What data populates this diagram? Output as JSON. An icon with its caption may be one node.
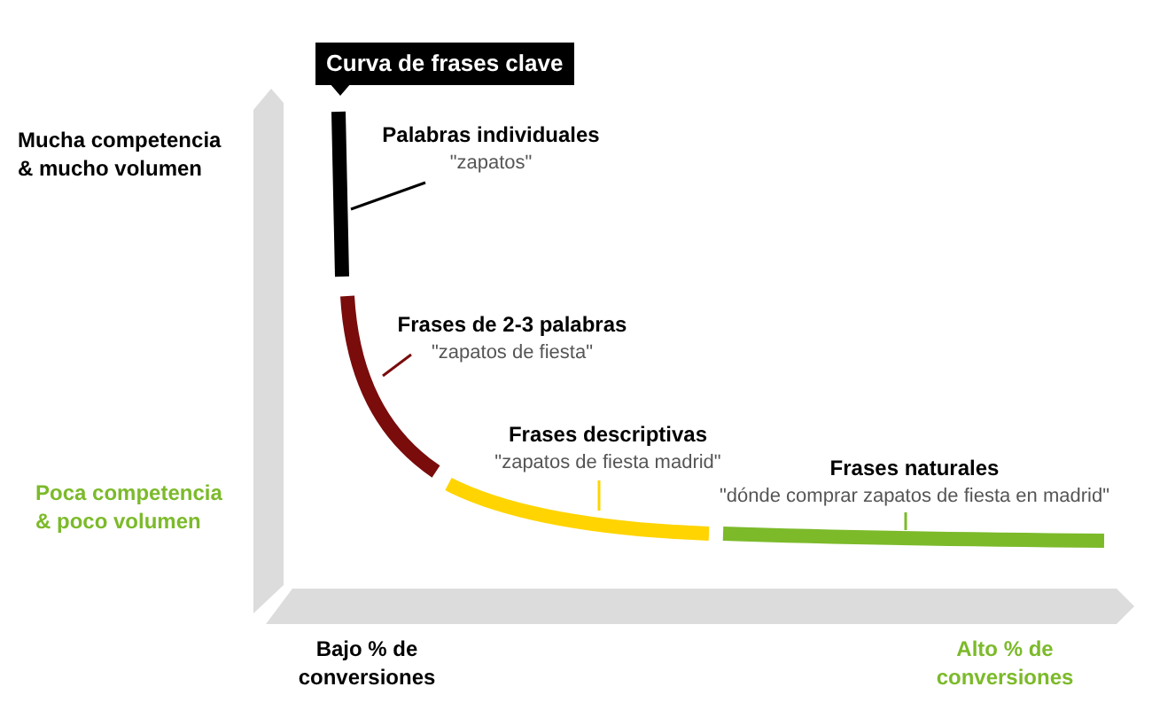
{
  "diagram": {
    "nodes": [
      {
        "text": [
          "Curva de frases clave"
        ]
      },
      {
        "text": [],
        "shape": "bar"
      },
      {
        "text": [],
        "shape": "bar"
      },
      {
        "text": [],
        "shape": "bar"
      },
      {
        "text": [],
        "shape": "bar"
      },
      {
        "text": [
          "Palabras individuales",
          "\"zapatos\""
        ]
      },
      {
        "text": [
          "Frases de 2-3 palabras",
          "\"zapatos de fiesta\""
        ]
      },
      {
        "text": [
          "Frases descriptivas",
          "\"zapatos de fiesta madrid\""
        ]
      },
      {
        "text": [
          "Frases naturales",
          "\"dónde comprar zapatos de fiesta en madrid\""
        ]
      }
    ],
    "edges": [
      {
        "from": 5,
        "to": 1,
        "arrow": "none",
        "color": "#000000"
      },
      {
        "from": 6,
        "to": 2,
        "arrow": "none",
        "color": "#7a0c0c"
      },
      {
        "from": 7,
        "to": 3,
        "arrow": "none",
        "color": "#ffd400"
      },
      {
        "from": 8,
        "to": 4,
        "arrow": "none",
        "color": "#7cba2a"
      }
    ],
    "labels": [
      "Mucha competencia & mucho volumen",
      "Poca competencia & poco volumen",
      "Bajo % de conversiones",
      "Alto % de conversiones"
    ]
  }
}
